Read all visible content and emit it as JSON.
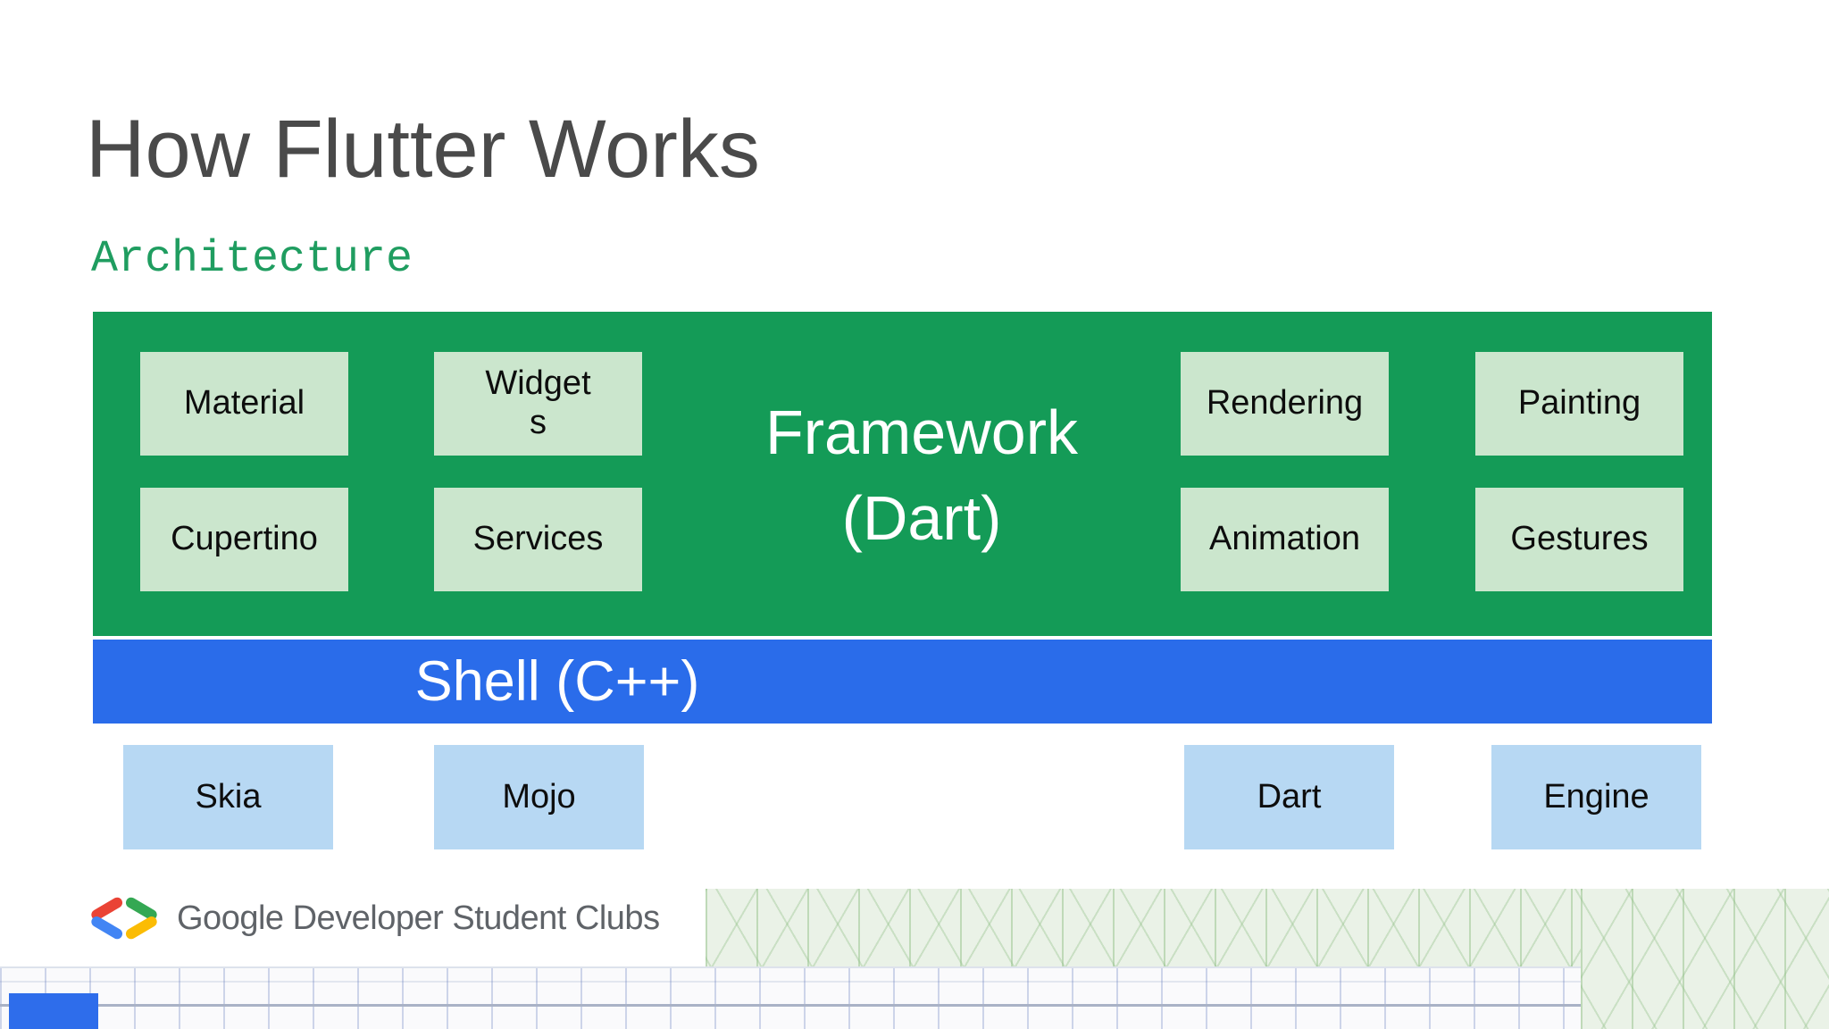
{
  "slide": {
    "title": "How Flutter Works",
    "subtitle": "Architecture"
  },
  "framework": {
    "line1": "Framework",
    "line2": "(Dart)",
    "modules": [
      "Material",
      "Widgets",
      "Cupertino",
      "Services",
      "Rendering",
      "Painting",
      "Animation",
      "Gestures"
    ]
  },
  "shell": {
    "label": "Shell (C++)"
  },
  "engine": {
    "components": [
      "Skia",
      "Mojo",
      "Dart",
      "Engine"
    ]
  },
  "footer": {
    "brand": "Google Developer Student Clubs",
    "logo_icon": "gdsc-brackets-icon"
  },
  "colors": {
    "framework_green": "#149b57",
    "module_light_green": "#cbe6cd",
    "shell_blue": "#2a6cea",
    "engine_light_blue": "#b7d8f3",
    "title_gray": "#4a4a4a",
    "subtitle_green": "#1f9d60",
    "brand_gray": "#5f6368",
    "logo_red": "#ea4335",
    "logo_blue": "#4285f4",
    "logo_green": "#34a853",
    "logo_yellow": "#fbbc04"
  }
}
